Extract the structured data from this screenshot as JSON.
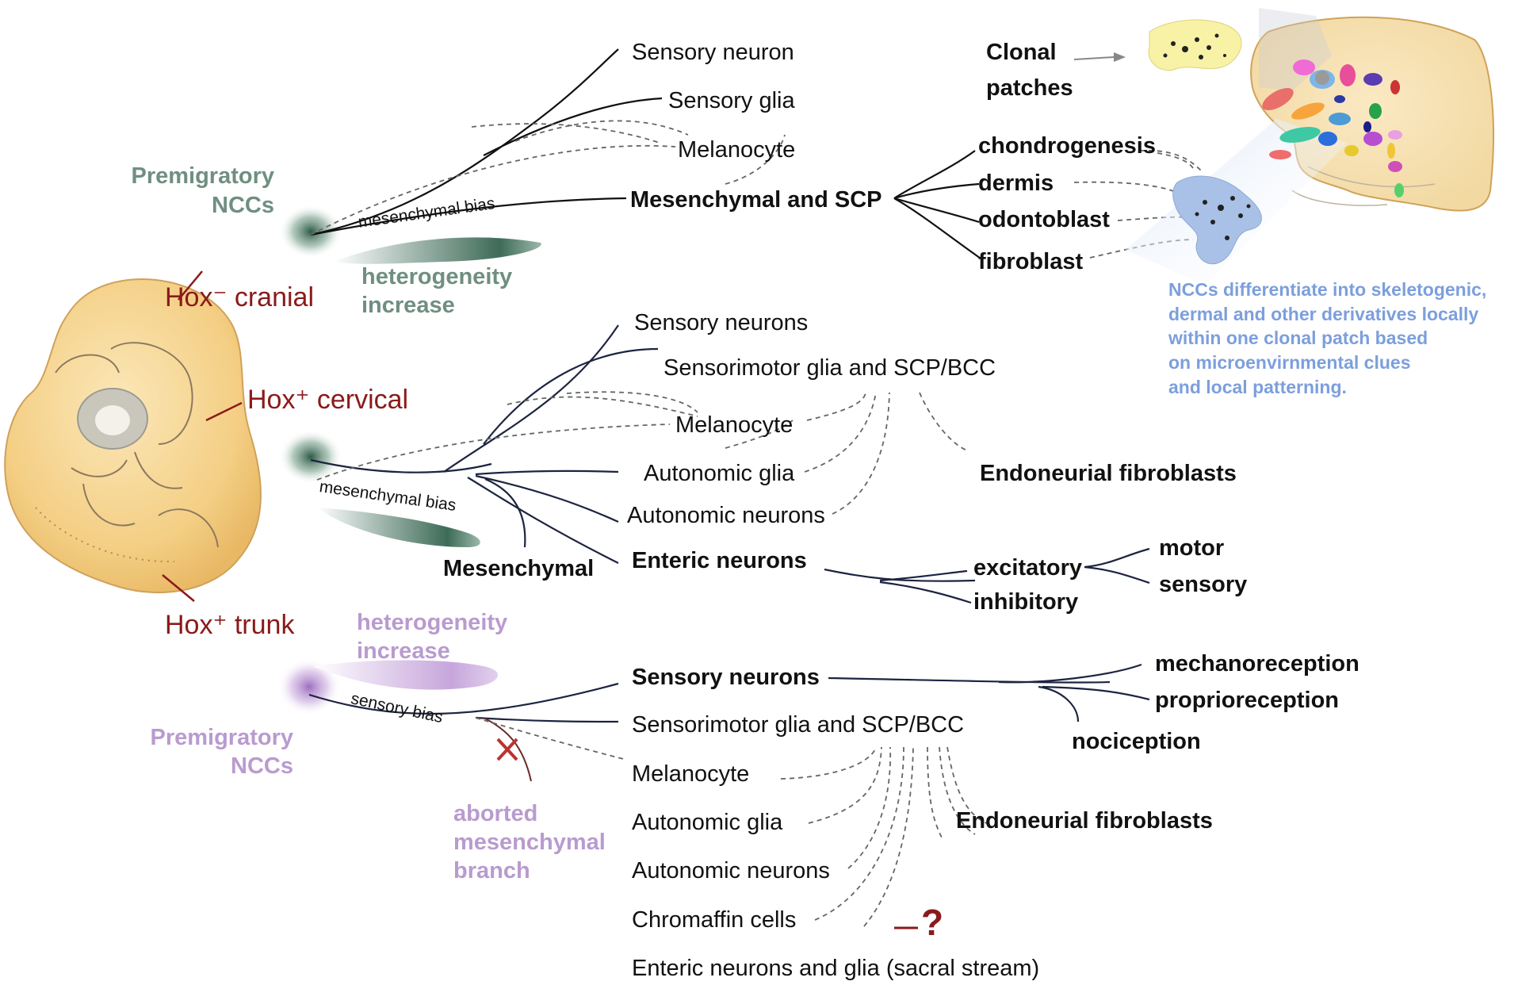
{
  "embryo_labels": {
    "cranial": "Hox⁻ cranial",
    "cervical": "Hox⁺ cervical",
    "trunk": "Hox⁺ trunk"
  },
  "cranial": {
    "premigratory": [
      "Premigratory",
      "NCCs"
    ],
    "bias": "mesenchymal bias",
    "heterogeneity": [
      "heterogeneity",
      "increase"
    ],
    "fates": [
      "Sensory neuron",
      "Sensory glia",
      "Melanocyte"
    ],
    "mesenchymal_scp": "Mesenchymal and SCP",
    "derivatives": [
      "chondrogenesis",
      "dermis",
      "odontoblast",
      "fibroblast"
    ],
    "clonal": [
      "Clonal",
      "patches"
    ],
    "note": [
      "NCCs differentiate into skeletogenic,",
      "dermal and other derivatives locally",
      "within one clonal patch based",
      "on microenvirnmental clues",
      "and local patterning."
    ]
  },
  "cervical": {
    "bias": "mesenchymal bias",
    "fates": [
      "Sensory neurons",
      "Sensorimotor glia and SCP/BCC",
      "Melanocyte",
      "Autonomic glia",
      "Autonomic neurons"
    ],
    "mesenchymal": "Mesenchymal",
    "enteric": "Enteric neurons",
    "endoneurial": "Endoneurial fibroblasts",
    "enteric_types": [
      "excitatory",
      "inhibitory"
    ],
    "excitatory_types": [
      "motor",
      "sensory"
    ]
  },
  "trunk": {
    "heterogeneity": [
      "heterogeneity",
      "increase"
    ],
    "premigratory": [
      "Premigratory",
      "NCCs"
    ],
    "bias": "sensory bias",
    "aborted": [
      "aborted",
      "mesenchymal",
      "branch"
    ],
    "sensory_neurons": "Sensory neurons",
    "fates": [
      "Sensorimotor glia and SCP/BCC",
      "Melanocyte",
      "Autonomic glia",
      "Autonomic neurons",
      "Chromaffin cells",
      "Enteric neurons and glia (sacral stream)"
    ],
    "sensory_types": [
      "mechanoreception",
      "proprioreception",
      "nociception"
    ],
    "endoneurial": "Endoneurial fibroblasts",
    "question": "?"
  },
  "colors": {
    "cranial_accent": "#6f8f80",
    "trunk_accent": "#b99bcf",
    "hox_label": "#8b1a1a",
    "note_text": "#7c9fdc",
    "embryo": "#f4cf85"
  }
}
